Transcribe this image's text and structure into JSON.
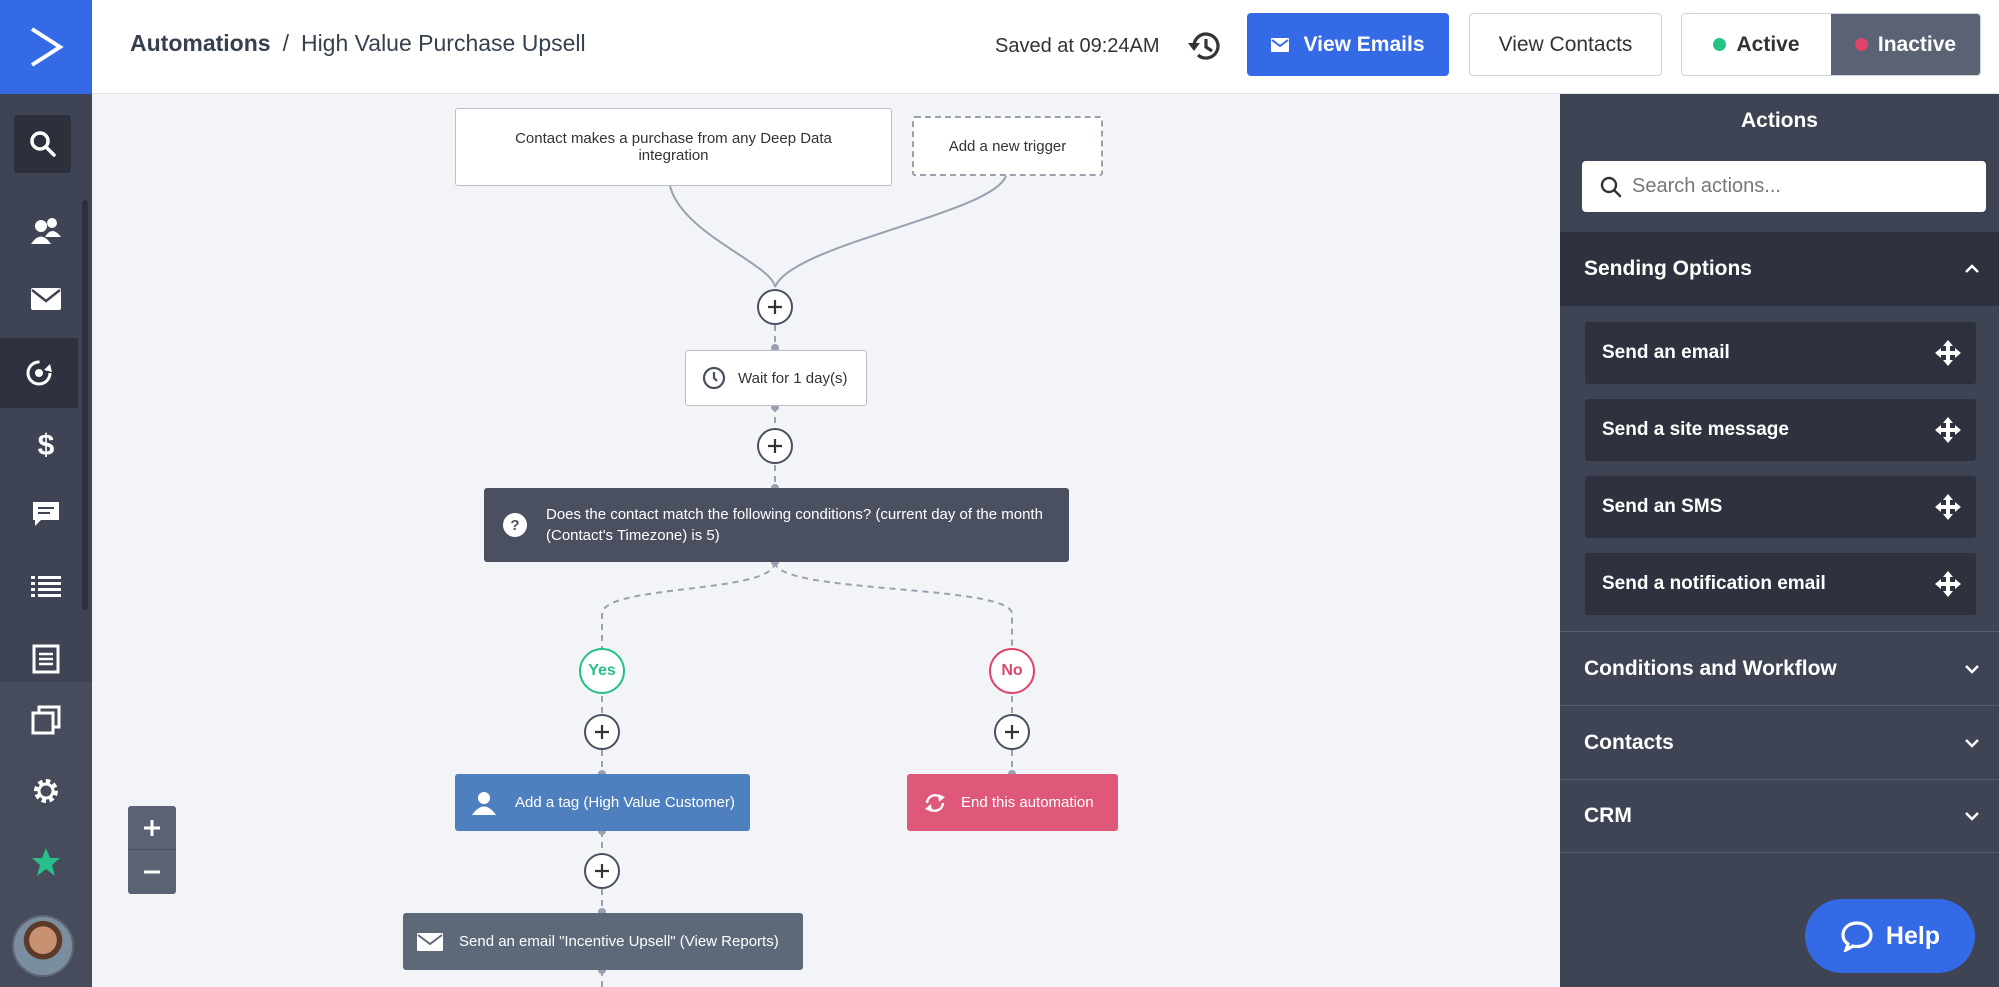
{
  "header": {
    "breadcrumb_root": "Automations",
    "breadcrumb_sep": "/",
    "automation_name": "High Value Purchase Upsell",
    "saved_text": "Saved at 09:24AM",
    "view_emails_label": "View Emails",
    "view_contacts_label": "View Contacts",
    "status_active_label": "Active",
    "status_inactive_label": "Inactive",
    "status_selected": "Inactive"
  },
  "colors": {
    "brand_blue": "#356ae6",
    "active_dot": "#26c281",
    "inactive_dot": "#e0446a",
    "yes": "#28c08a",
    "no": "#e0446a",
    "tag_action": "#4e80c0",
    "end_action": "#e05879"
  },
  "sidebar": {
    "items": [
      "logo-icon",
      "search-icon",
      "contacts-icon",
      "mail-icon",
      "automation-icon",
      "dollar-icon",
      "chat-icon",
      "list-icon",
      "document-icon",
      "pages-icon",
      "gear-icon",
      "star-icon",
      "avatar"
    ],
    "active_item": "automation-icon"
  },
  "workflow": {
    "trigger": "Contact makes a purchase from any Deep Data integration",
    "add_trigger": "Add a new trigger",
    "wait": "Wait for 1 day(s)",
    "condition": "Does the contact match the following conditions? (current day of the month (Contact's Timezone) is 5)",
    "yes_label": "Yes",
    "no_label": "No",
    "yes_action": "Add a tag (High Value Customer)",
    "no_action": "End this automation",
    "email_action": "Send an email \"Incentive Upsell\" (View Reports)"
  },
  "zoom": {
    "in_label": "+",
    "out_label": "−"
  },
  "actions_panel": {
    "title": "Actions",
    "search_placeholder": "Search actions...",
    "sections": [
      {
        "title": "Sending Options",
        "expanded": true,
        "items": [
          "Send an email",
          "Send a site message",
          "Send an SMS",
          "Send a notification email"
        ]
      },
      {
        "title": "Conditions and Workflow",
        "expanded": false
      },
      {
        "title": "Contacts",
        "expanded": false
      },
      {
        "title": "CRM",
        "expanded": false
      }
    ]
  },
  "help_label": "Help"
}
